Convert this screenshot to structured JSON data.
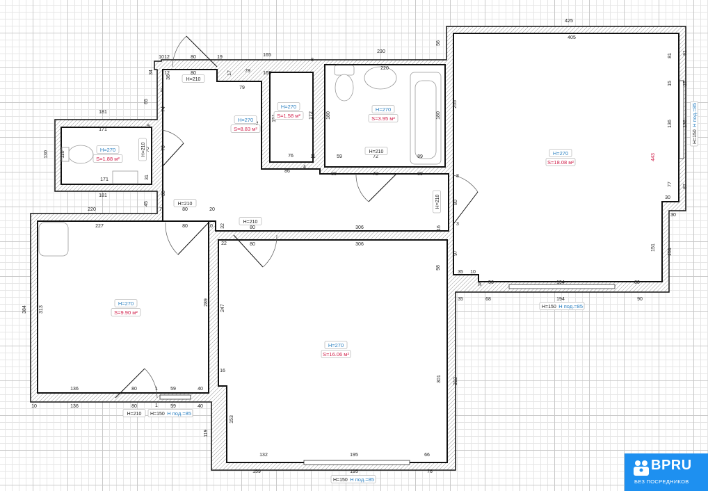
{
  "rooms": {
    "toilet": {
      "height": "H=270",
      "area": "S=1.88 м²"
    },
    "hall": {
      "height": "H=270",
      "area": "S=8.83 м²"
    },
    "storage": {
      "height": "H=270",
      "area": "S=1.58 м²"
    },
    "bathroom": {
      "height": "H=270",
      "area": "S=3.95 м²"
    },
    "living_room": {
      "height": "H=270",
      "area": "S=18.08 м²"
    },
    "kitchen": {
      "height": "H=270",
      "area": "S=9.90 м²"
    },
    "bedroom": {
      "height": "H=270",
      "area": "S=16.06 м²"
    }
  },
  "door_tags": [
    "H=210",
    "H=210",
    "H=210",
    "H=210",
    "H=210",
    "H=210",
    "H=210"
  ],
  "window_tags": [
    {
      "h": "H=150",
      "sill": "H под.=85"
    },
    {
      "h": "H=150",
      "sill": "H под.=85"
    },
    {
      "h": "H=150",
      "sill": "H под.=85"
    },
    {
      "h": "H=150",
      "sill": "H под.=85"
    }
  ],
  "dims": [
    "425",
    "405",
    "230",
    "165",
    "165",
    "79",
    "79",
    "80",
    "80",
    "10",
    "12",
    "19",
    "17",
    "56",
    "8",
    "181",
    "171",
    "171",
    "181",
    "130",
    "110",
    "65",
    "74",
    "70",
    "70",
    "31",
    "88",
    "45",
    "9",
    "8",
    "34",
    "12",
    "36",
    "151",
    "172",
    "76",
    "86",
    "11",
    "4",
    "151",
    "220",
    "180",
    "180",
    "59",
    "72",
    "89",
    "80",
    "72",
    "89",
    "255",
    "81",
    "91",
    "15",
    "15",
    "136",
    "136",
    "443",
    "77",
    "87",
    "30",
    "30",
    "151",
    "151",
    "8",
    "80",
    "3",
    "97",
    "35",
    "10",
    "18",
    "56",
    "194",
    "80",
    "35",
    "68",
    "194",
    "90",
    "16",
    "98",
    "220",
    "7",
    "80",
    "20",
    "227",
    "80",
    "10",
    "32",
    "80",
    "306",
    "22",
    "80",
    "306",
    "384",
    "313",
    "289",
    "247",
    "136",
    "80",
    "1",
    "59",
    "40",
    "10",
    "136",
    "80",
    "1",
    "59",
    "40",
    "16",
    "153",
    "119",
    "301",
    "312",
    "132",
    "195",
    "66",
    "159",
    "195",
    "76"
  ],
  "logo": {
    "brand": "BPRU",
    "tagline": "БЕЗ ПОСРЕДНИКОВ"
  },
  "colors": {
    "wall_outline": "#111111",
    "height_text": "#2a7fc0",
    "area_text": "#d0204a",
    "logo_bg": "#1e90f0"
  }
}
